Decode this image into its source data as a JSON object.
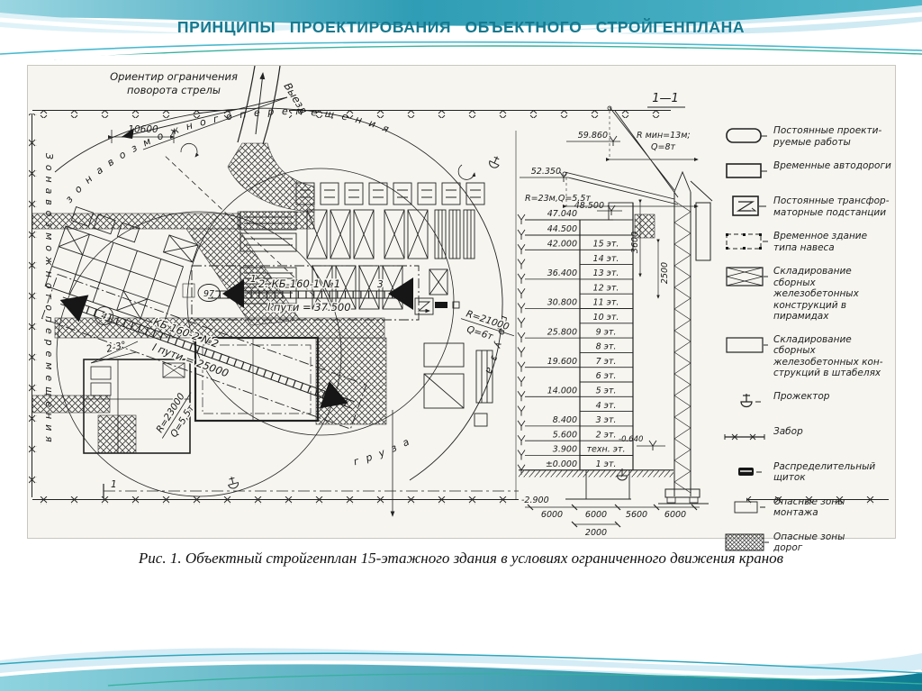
{
  "slide": {
    "title": "ПРИНЦИПЫ  ПРОЕКТИРОВАНИЯ  ОБЪЕКТНОГО  СТРОЙГЕНПЛАНА",
    "caption": "Рис.  1.  Объектный стройгенплан 15-этажного здания в условиях ограниченного движения кранов"
  },
  "colors": {
    "title_teal": "#14798f",
    "ink": "#191919",
    "paper": "#f6f5f0",
    "wave_teal": "#2f9db5",
    "wave_light": "#cfeaf3",
    "accent_green": "#37b09e"
  },
  "plan": {
    "orientir1": "Ориентир ограничения",
    "orientir2": "поворота стрелы",
    "vyezd": "Выезд",
    "dim_10600": "10600",
    "zone_top": "з о н а    в о з м о ж н о г о    п е р е м е щ е н и я",
    "zone_left": "З о н а   в о з м о ж н о г о   п е р е м е щ е н и я",
    "gruz_right": "г р у з а",
    "gruz_bottom": "г р у з а",
    "crane1_callout": "1",
    "crane1_name": "2. КБ-160-1 №1",
    "crane1_mark": "3",
    "crane1_track": "l пути = 37.500",
    "crane1_pos": "97",
    "crane2_name": "КБ 160-2 №2",
    "crane2_track": "l пути = 25000",
    "crane2_pos": "4",
    "r_right_1": "R=21000",
    "r_right_2": "Q=6т",
    "r_left_1": "R=23000",
    "r_left_2": "Q=5,5т",
    "angle": "2-3°",
    "section_cut": "1"
  },
  "section": {
    "title": "1—1",
    "note_rmin": "R мин=13м;",
    "note_q": "Q=8т",
    "note_r23": "R=23м,Q=5,5т",
    "elev_59": "59.860",
    "elev_52": "52.350",
    "elev_48": "48.500",
    "elev_47": "47.040",
    "elev_44": "44.500",
    "elev_neg064": "-0.640",
    "elev_neg29": "-2.900",
    "dim_3600": "3600",
    "dim_2500": "2500",
    "floors": [
      {
        "elev": "42.000",
        "label": "15 эт."
      },
      {
        "elev": "",
        "label": "14 эт."
      },
      {
        "elev": "36.400",
        "label": "13 эт."
      },
      {
        "elev": "",
        "label": "12 эт."
      },
      {
        "elev": "30.800",
        "label": "11 эт."
      },
      {
        "elev": "",
        "label": "10 эт."
      },
      {
        "elev": "25.800",
        "label": "9 эт."
      },
      {
        "elev": "",
        "label": "8 эт."
      },
      {
        "elev": "19.600",
        "label": "7 эт."
      },
      {
        "elev": "",
        "label": "6 эт."
      },
      {
        "elev": "14.000",
        "label": "5 эт."
      },
      {
        "elev": "",
        "label": "4 эт."
      },
      {
        "elev": "8.400",
        "label": "3 эт."
      },
      {
        "elev": "5.600",
        "label": "2 эт."
      },
      {
        "elev": "3.900",
        "label": "техн. эт."
      },
      {
        "elev": "±0.000",
        "label": "1 эт."
      }
    ],
    "bottom_dims": [
      "6000",
      "6000",
      "5600",
      "6000"
    ],
    "bottom_dim_small": "2000"
  },
  "legend": {
    "items": [
      {
        "symbol": "permanent-works",
        "label": "Постоянные проекти-\nруемые работы"
      },
      {
        "symbol": "temp-roads",
        "label": "Временные автодороги"
      },
      {
        "symbol": "transformer",
        "label": "Постоянные трансфор-\nматорные подстанции"
      },
      {
        "symbol": "shed",
        "label": "Временное здание\nтипа навеса"
      },
      {
        "symbol": "storage-pyramids",
        "label": "Складирование\nсборных железобетонных\nконструкций в пирамидах"
      },
      {
        "symbol": "storage-stacks",
        "label": "Складирование сборных\nжелезобетонных кон-\nструкций в штабелях"
      },
      {
        "symbol": "floodlight",
        "label": "Прожектор"
      },
      {
        "symbol": "fence",
        "label": "Забор"
      },
      {
        "symbol": "switchboard",
        "label": "Распределительный\nщиток"
      },
      {
        "symbol": "danger-montage",
        "label": "Опасные зоны\nмонтажа"
      },
      {
        "symbol": "danger-roads",
        "label": "Опасные зоны\nдорог"
      }
    ]
  }
}
